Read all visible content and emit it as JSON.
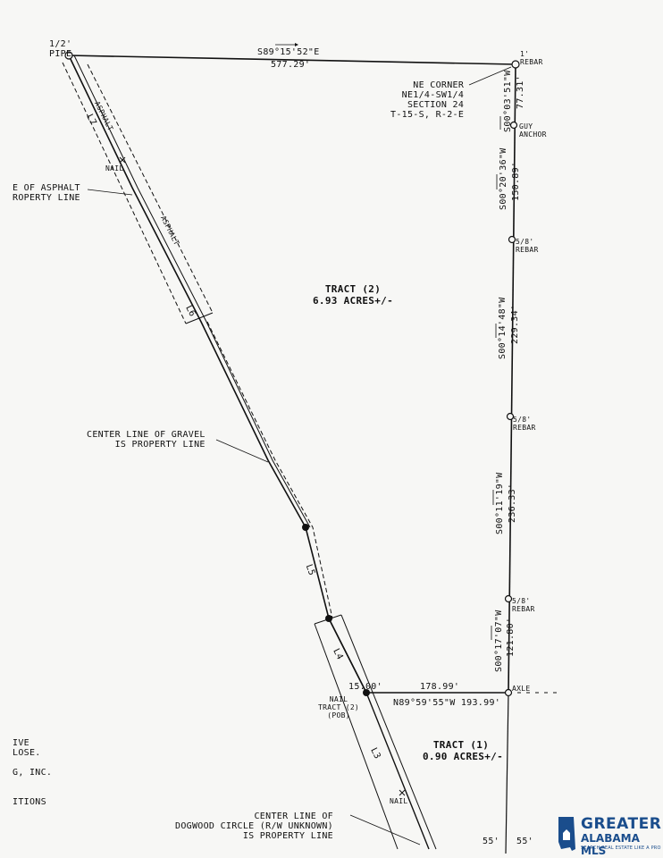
{
  "labels": {
    "pipe_label": "1/2'\nPIPE",
    "north_bearing": "S89°15'52\"E",
    "north_distance": "577.29'",
    "rebar_ne": "1'\nREBAR",
    "ne_corner": "NE CORNER\nNE1/4-SW1/4\nSECTION 24\nT-15-S, R-2-E",
    "e1_bearing": "S00°03'51\"W",
    "e1_distance": "77.31'",
    "guy_anchor": "GUY\nANCHOR",
    "e2_bearing": "S00°20'36\"W",
    "e2_distance": "150.89'",
    "rebar_1": "5/8'\nREBAR",
    "e3_bearing": "S00°14'48\"W",
    "e3_distance": "229.34'",
    "rebar_2": "5/8'\nREBAR",
    "e4_bearing": "S00°11'19\"W",
    "e4_distance": "236.33'",
    "rebar_3": "5/8'\nREBAR",
    "e5_bearing": "S00°17'07\"W",
    "e5_distance": "121.80'",
    "axle": "AXLE",
    "tract2_title": "TRACT (2)",
    "tract2_area": "6.93 ACRES+/-",
    "asphalt_note": "E OF ASPHALT\nROPERTY LINE",
    "nail_1": "NAIL",
    "asphalt_1": "ASPHALT",
    "asphalt_2": "ASPHALT",
    "l7": "L7",
    "l6": "L6",
    "l5": "L5",
    "l4": "L4",
    "l3": "L3",
    "gravel_note": "CENTER LINE OF GRAVEL\nIS PROPERTY LINE",
    "offset_15": "15.00'",
    "s_distance_top": "178.99'",
    "s_bearing": "N89°59'55\"W 193.99'",
    "nail_pob": "NAIL\nTRACT (2)\n(POB)",
    "tract1_title": "TRACT (1)",
    "tract1_area": "0.90 ACRES+/-",
    "left_fragments": "IVE\nLOSE.\n\nG, INC.\n\n\nITIONS",
    "nail_2": "NAIL",
    "dogwood_note": "CENTER LINE OF\nDOGWOOD CIRCLE (R/W UNKNOWN)\nIS PROPERTY LINE",
    "bottom_55_left": "55'",
    "bottom_55_right": "55'"
  },
  "logo": {
    "line1": "GREATER",
    "line2": "ALABAMA MLS",
    "line3": "SEARCH REAL ESTATE LIKE A PRO",
    "color": "#1a4d8c"
  }
}
